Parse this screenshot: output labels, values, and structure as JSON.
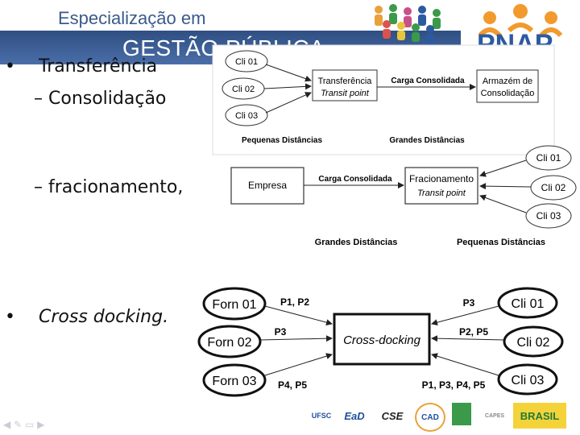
{
  "banner": {
    "subtitle": "Especialização em",
    "title": "GESTÃO PÚBLICA",
    "logo": "PNAP"
  },
  "bullets": {
    "b1": "•",
    "b1_text": "Transferência",
    "b1_sub": "– Consolidação",
    "b2_sub": "– fracionamento,",
    "b3": "•",
    "b3_text": "Cross docking."
  },
  "diagram1": {
    "cli1": "Cli 01",
    "cli2": "Cli 02",
    "cli3": "Cli 03",
    "transfer_line1": "Transferência",
    "transfer_line2": "Transit point",
    "edge_label": "Carga Consolidada",
    "warehouse_line1": "Armazém de",
    "warehouse_line2": "Consolidação",
    "bottom_left": "Pequenas Distâncias",
    "bottom_right": "Grandes Distâncias"
  },
  "diagram2": {
    "company": "Empresa",
    "edge_label": "Carga Consolidada",
    "frac_line1": "Fracionamento",
    "frac_line2": "Transit point",
    "cli1": "Cli 01",
    "cli2": "Cli 02",
    "cli3": "Cli 03",
    "bottom_left": "Grandes Distâncias",
    "bottom_right": "Pequenas Distâncias"
  },
  "diagram3": {
    "forn1": "Forn 01",
    "forn2": "Forn 02",
    "forn3": "Forn 03",
    "center": "Cross-docking",
    "cli1": "Cli 01",
    "cli2": "Cli 02",
    "cli3": "Cli 03",
    "lbl_forn1": "P1, P2",
    "lbl_forn2": "P3",
    "lbl_forn3": "P4, P5",
    "lbl_cli1": "P3",
    "lbl_cli2": "P2, P5",
    "lbl_cli3": "P1, P3, P4, P5"
  },
  "footer_logos": {
    "ufsc": "UFSC",
    "ead": "EaD",
    "cse": "CSE",
    "cad": "CAD",
    "capes": "CAPES",
    "brasil": "BRASIL"
  },
  "colors": {
    "banner_band": "#3d5f97",
    "logo_blue": "#2c5aa0",
    "arrow": "#222222"
  }
}
